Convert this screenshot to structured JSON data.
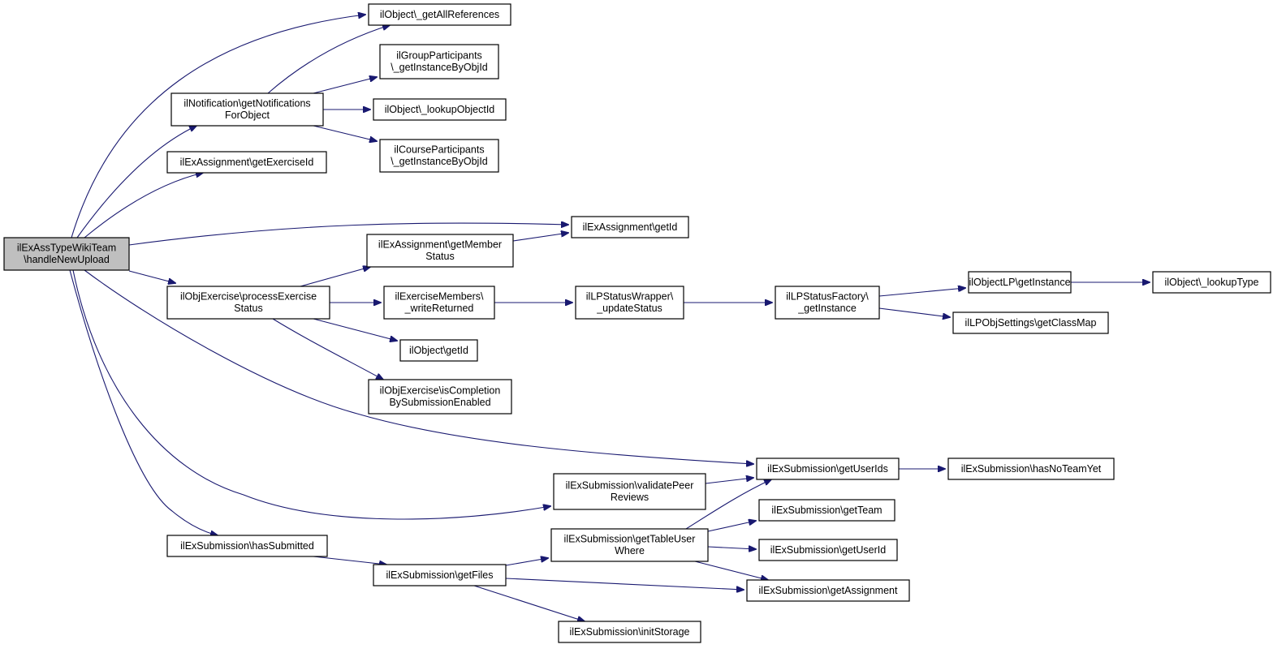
{
  "graph": {
    "root_node": "handle_new_upload",
    "nodes": [
      {
        "id": "handle_new_upload",
        "lines": [
          "ilExAssTypeWikiTeam",
          "\\handleNewUpload"
        ],
        "root": true
      },
      {
        "id": "get_all_references",
        "lines": [
          "ilObject\\_getAllReferences"
        ]
      },
      {
        "id": "get_notifications_for_object",
        "lines": [
          "ilNotification\\getNotifications",
          "ForObject"
        ]
      },
      {
        "id": "group_participants_get_instance",
        "lines": [
          "ilGroupParticipants",
          "\\_getInstanceByObjId"
        ]
      },
      {
        "id": "lookup_object_id",
        "lines": [
          "ilObject\\_lookupObjectId"
        ]
      },
      {
        "id": "course_participants_get_instance",
        "lines": [
          "ilCourseParticipants",
          "\\_getInstanceByObjId"
        ]
      },
      {
        "id": "get_exercise_id",
        "lines": [
          "ilExAssignment\\getExerciseId"
        ]
      },
      {
        "id": "assignment_get_id",
        "lines": [
          "ilExAssignment\\getId"
        ]
      },
      {
        "id": "get_member_status",
        "lines": [
          "ilExAssignment\\getMember",
          "Status"
        ]
      },
      {
        "id": "process_exercise_status",
        "lines": [
          "ilObjExercise\\processExercise",
          "Status"
        ]
      },
      {
        "id": "write_returned",
        "lines": [
          "ilExerciseMembers\\",
          "_writeReturned"
        ]
      },
      {
        "id": "update_status",
        "lines": [
          "ilLPStatusWrapper\\",
          "_updateStatus"
        ]
      },
      {
        "id": "status_factory_get_instance",
        "lines": [
          "ilLPStatusFactory\\",
          "_getInstance"
        ]
      },
      {
        "id": "object_lp_get_instance",
        "lines": [
          "ilObjectLP\\getInstance"
        ]
      },
      {
        "id": "lookup_type",
        "lines": [
          "ilObject\\_lookupType"
        ]
      },
      {
        "id": "get_class_map",
        "lines": [
          "ilLPObjSettings\\getClassMap"
        ]
      },
      {
        "id": "object_get_id",
        "lines": [
          "ilObject\\getId"
        ]
      },
      {
        "id": "is_completion_by_submission",
        "lines": [
          "ilObjExercise\\isCompletion",
          "BySubmissionEnabled"
        ]
      },
      {
        "id": "get_user_ids",
        "lines": [
          "ilExSubmission\\getUserIds"
        ]
      },
      {
        "id": "has_no_team_yet",
        "lines": [
          "ilExSubmission\\hasNoTeamYet"
        ]
      },
      {
        "id": "validate_peer_reviews",
        "lines": [
          "ilExSubmission\\validatePeer",
          "Reviews"
        ]
      },
      {
        "id": "get_team",
        "lines": [
          "ilExSubmission\\getTeam"
        ]
      },
      {
        "id": "get_table_user_where",
        "lines": [
          "ilExSubmission\\getTableUser",
          "Where"
        ]
      },
      {
        "id": "get_user_id",
        "lines": [
          "ilExSubmission\\getUserId"
        ]
      },
      {
        "id": "has_submitted",
        "lines": [
          "ilExSubmission\\hasSubmitted"
        ]
      },
      {
        "id": "get_files",
        "lines": [
          "ilExSubmission\\getFiles"
        ]
      },
      {
        "id": "get_assignment",
        "lines": [
          "ilExSubmission\\getAssignment"
        ]
      },
      {
        "id": "init_storage",
        "lines": [
          "ilExSubmission\\initStorage"
        ]
      }
    ],
    "edges": [
      {
        "from": "handle_new_upload",
        "to": "get_all_references"
      },
      {
        "from": "handle_new_upload",
        "to": "get_notifications_for_object"
      },
      {
        "from": "handle_new_upload",
        "to": "get_exercise_id"
      },
      {
        "from": "handle_new_upload",
        "to": "assignment_get_id"
      },
      {
        "from": "handle_new_upload",
        "to": "process_exercise_status"
      },
      {
        "from": "handle_new_upload",
        "to": "get_user_ids"
      },
      {
        "from": "handle_new_upload",
        "to": "validate_peer_reviews"
      },
      {
        "from": "handle_new_upload",
        "to": "has_submitted"
      },
      {
        "from": "get_notifications_for_object",
        "to": "get_all_references"
      },
      {
        "from": "get_notifications_for_object",
        "to": "group_participants_get_instance"
      },
      {
        "from": "get_notifications_for_object",
        "to": "lookup_object_id"
      },
      {
        "from": "get_notifications_for_object",
        "to": "course_participants_get_instance"
      },
      {
        "from": "process_exercise_status",
        "to": "get_member_status"
      },
      {
        "from": "process_exercise_status",
        "to": "write_returned"
      },
      {
        "from": "process_exercise_status",
        "to": "object_get_id"
      },
      {
        "from": "process_exercise_status",
        "to": "is_completion_by_submission"
      },
      {
        "from": "get_member_status",
        "to": "assignment_get_id"
      },
      {
        "from": "write_returned",
        "to": "update_status"
      },
      {
        "from": "update_status",
        "to": "status_factory_get_instance"
      },
      {
        "from": "status_factory_get_instance",
        "to": "object_lp_get_instance"
      },
      {
        "from": "status_factory_get_instance",
        "to": "get_class_map"
      },
      {
        "from": "object_lp_get_instance",
        "to": "lookup_type"
      },
      {
        "from": "get_user_ids",
        "to": "has_no_team_yet"
      },
      {
        "from": "validate_peer_reviews",
        "to": "get_user_ids"
      },
      {
        "from": "get_table_user_where",
        "to": "get_user_ids"
      },
      {
        "from": "get_table_user_where",
        "to": "get_team"
      },
      {
        "from": "get_table_user_where",
        "to": "get_user_id"
      },
      {
        "from": "get_table_user_where",
        "to": "get_assignment"
      },
      {
        "from": "has_submitted",
        "to": "get_files"
      },
      {
        "from": "get_files",
        "to": "get_table_user_where"
      },
      {
        "from": "get_files",
        "to": "get_assignment"
      },
      {
        "from": "get_files",
        "to": "init_storage"
      }
    ]
  }
}
